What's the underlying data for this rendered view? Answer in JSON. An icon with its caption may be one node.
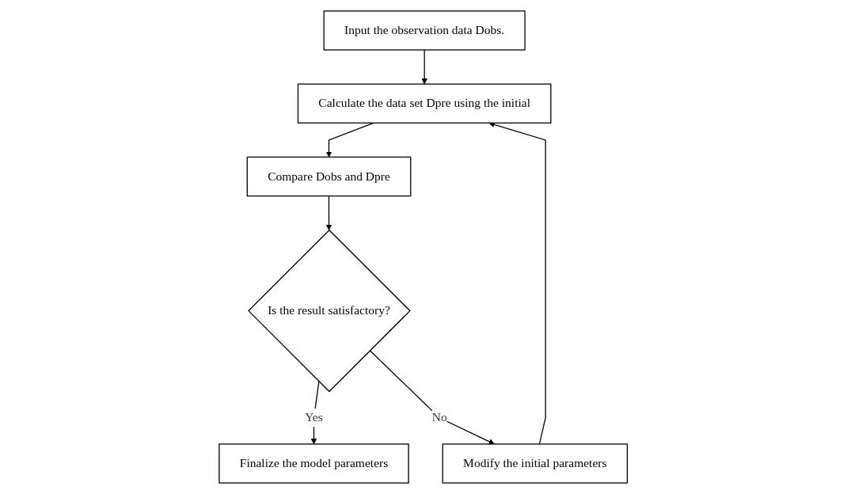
{
  "diagram": {
    "nodes": [
      {
        "text": [
          "Input the observation data Dobs."
        ]
      },
      {
        "text": [
          "Calculate the data set Dpre using the initial"
        ]
      },
      {
        "text": [
          "Compare Dobs and Dpre"
        ]
      },
      {
        "text": [
          "Is the result satisfactory?"
        ]
      },
      {
        "text": [
          "Finalize the model parameters"
        ]
      },
      {
        "text": [
          "Modify the initial parameters"
        ]
      }
    ],
    "edges": [
      {
        "from": 0,
        "to": 1,
        "arrow": "to"
      },
      {
        "from": 1,
        "to": 2,
        "arrow": "to"
      },
      {
        "from": 2,
        "to": 3,
        "arrow": "to"
      },
      {
        "from": 3,
        "to": 4,
        "label": "Yes",
        "arrow": "to"
      },
      {
        "from": 3,
        "to": 5,
        "label": "No",
        "arrow": "to"
      },
      {
        "from": 5,
        "to": 1,
        "arrow": "to"
      }
    ]
  }
}
